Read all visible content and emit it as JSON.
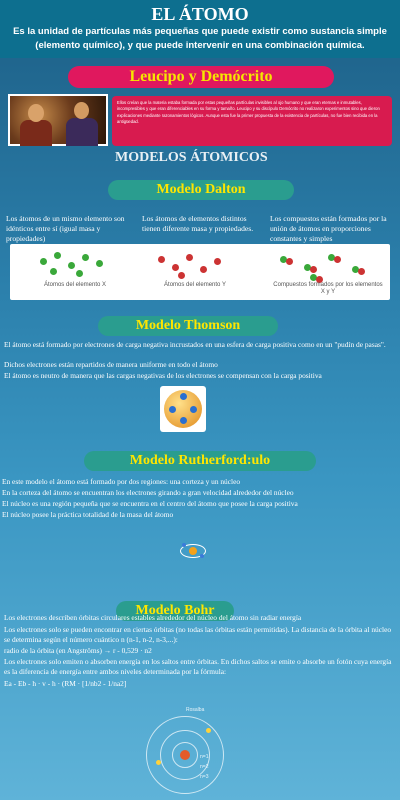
{
  "header": {
    "title": "EL ÁTOMO",
    "subtitle": "Es la unidad de partículas más pequeñas que puede existir como sustancia simple (elemento químico), y que puede intervenir en una combinación química."
  },
  "leucipo": {
    "title": "Leucipo y Demócrito",
    "body": "Ellos creían que la materia estaba formada por estas pequeñas partículas invisibles al ojo humano y que eran eternas e inmutables, incompresibles y que eran diferenciables en su forma y tamaño. Leucipo y su discípulo Demócrito no realizaron experimentos sino que dieron explicaciones mediante razonamientos lógicos. Aunque esta fue la primer propuesta de la existencia de partículas, no fue bien recibida en la antigüedad."
  },
  "modelos_heading": "MODELOS ÁTOMICOS",
  "dalton": {
    "title": "Modelo Dalton",
    "columns": [
      "Los átomos de un mismo elemento son idénticos entre sí (igual masa y propiedades)",
      "Los átomos de elementos distintos tienen diferente masa y propiedades.",
      "Los compuestos están formados por la unión de átomos en proporciones constantes y simples"
    ],
    "captions": [
      "Átomos del elemento X",
      "Átomos del elemento Y",
      "Compuestos formados por los elementos X y Y"
    ]
  },
  "thomson": {
    "title": "Modelo Thomson",
    "lines": [
      "El átomo está formado por electrones de carga negativa incrustados en una esfera de carga positiva como en un \"pudín de pasas\".",
      "Dichos electrones están repartidos de manera uniforme en todo el átomo",
      "El átomo es neutro de manera que las cargas negativas de los electrones se compensan con la carga positiva"
    ]
  },
  "rutherford": {
    "title": "Modelo Rutherford:ulo",
    "lines": [
      "En este modelo el átomo está formado por dos regiones: una corteza y un núcleo",
      "En la corteza del átomo se encuentran los electrones girando a gran velocidad alrededor del núcleo",
      "El núcleo es una región pequeña que se encuentra en el centro del átomo que posee la carga positiva",
      "El núcleo posee la práctica totalidad de la masa del átomo"
    ]
  },
  "bohr": {
    "title": "Modelo Bohr",
    "lines": [
      "Los electrones describen órbitas circulares estables alrededor del núcleo del átomo sin radiar energía",
      "Los electrones solo se pueden encontrar en ciertas órbitas (no todas las órbitas están permitidas). La distancia de la órbita al núcleo se determina según el número cuántico n (n-1, n-2, n-3,...):",
      "radio de la órbita (en Angströms) → r - 0,529 · n2",
      "Los electrones solo emiten o absorben energía en los saltos entre órbitas. En dichos saltos se emite o absorbe un fotón cuya energía es la diferencia de energía entre ambos niveles determinada por la fórmula:",
      "Ea - Eb - h · v - h · (RM · [1/nb2 - 1/na2]"
    ],
    "diagram_labels": [
      "Rosalba",
      "n=1",
      "n=2",
      "n=3"
    ]
  }
}
